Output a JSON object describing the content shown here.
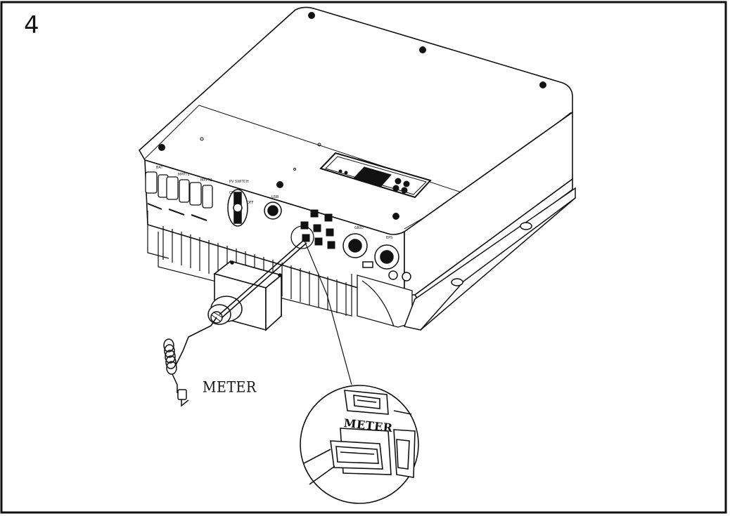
{
  "figure": {
    "step_number": "4",
    "cable_label": "METER",
    "zoom_port_label": "METER"
  },
  "panel_labels": {
    "bat": "BAT",
    "mppt1": "MPPT1",
    "mppt2": "MPPT2",
    "pv_switch": "PV SWITCH",
    "switch_on": "ON",
    "switch_off": "OFF",
    "wifi": "USB",
    "grid": "GRID",
    "eps": "EPS"
  }
}
